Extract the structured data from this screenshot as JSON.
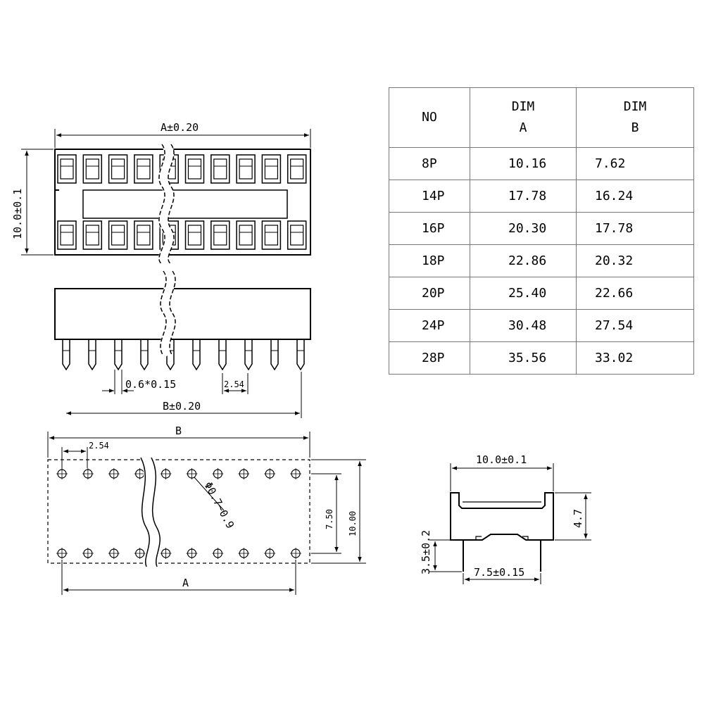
{
  "labels": {
    "top_width": "A±0.20",
    "height_left": "10.0±0.1",
    "pin_width": "0.6*0.15",
    "pitch_side": "2.54",
    "span_b_side": "B±0.20",
    "footprint_b": "B",
    "footprint_pitch": "2.54",
    "hole_dia": "Φ0.7~0.9",
    "row_spacing": "7.50",
    "footprint_height": "10.00",
    "footprint_a": "A",
    "end_width": "10.0±0.1",
    "end_height": "4.7",
    "lead_length": "3.5±0.2",
    "lead_spacing": "7.5±0.15"
  },
  "table": {
    "headers": [
      {
        "line1": "NO",
        "line2": ""
      },
      {
        "line1": "DIM",
        "line2": "A"
      },
      {
        "line1": "DIM",
        "line2": "B"
      }
    ],
    "rows": [
      [
        "8P",
        "10.16",
        "7.62"
      ],
      [
        "14P",
        "17.78",
        "16.24"
      ],
      [
        "16P",
        "20.30",
        "17.78"
      ],
      [
        "18P",
        "22.86",
        "20.32"
      ],
      [
        "20P",
        "25.40",
        "22.66"
      ],
      [
        "24P",
        "30.48",
        "27.54"
      ],
      [
        "28P",
        "35.56",
        "33.02"
      ]
    ]
  },
  "colors": {
    "line": "#000000",
    "grid": "#777777"
  }
}
